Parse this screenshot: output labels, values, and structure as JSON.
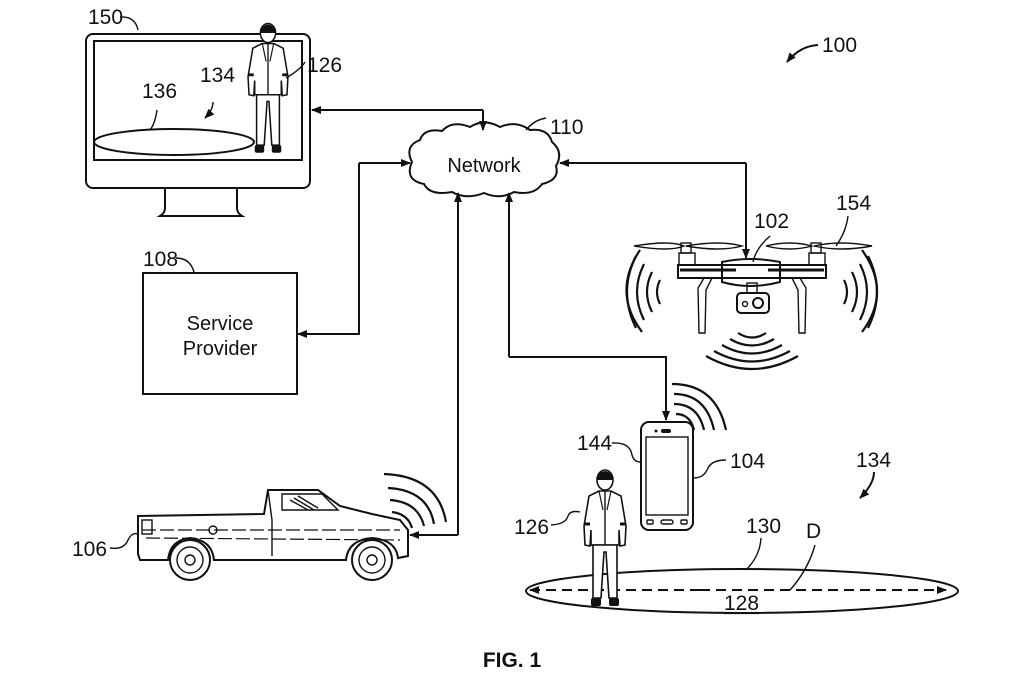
{
  "diagram": {
    "figure_label": "FIG. 1",
    "system_ref": "100",
    "nodes": {
      "monitor": {
        "ref": "150",
        "screen": {
          "person_ref": "126",
          "zone_ref": "134",
          "ellipse_ref": "136"
        }
      },
      "network": {
        "ref": "110",
        "label": "Network"
      },
      "service_provider": {
        "ref": "108",
        "label_line1": "Service",
        "label_line2": "Provider"
      },
      "drone": {
        "ref": "102",
        "propeller_ref": "154"
      },
      "vehicle": {
        "ref": "106"
      },
      "phone": {
        "ref": "104",
        "screen_ref": "144"
      },
      "person": {
        "ref": "126"
      },
      "zone": {
        "ref": "134",
        "boundary_ref": "130",
        "area_ref": "128",
        "distance_label": "D"
      }
    },
    "edges": [
      {
        "from": "network",
        "to": "monitor",
        "bidirectional": true
      },
      {
        "from": "network",
        "to": "service_provider",
        "bidirectional": true
      },
      {
        "from": "network",
        "to": "drone",
        "bidirectional": true
      },
      {
        "from": "network",
        "to": "vehicle",
        "bidirectional": true
      },
      {
        "from": "network",
        "to": "phone",
        "bidirectional": true
      }
    ]
  }
}
